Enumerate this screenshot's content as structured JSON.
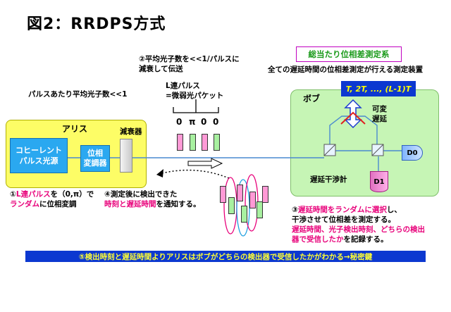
{
  "title": "図2：RRDPS方式",
  "annotations": {
    "step2_line1": "②平均光子数を<<1/パルスに",
    "step2_line2": "減衰して伝送",
    "mean_photon": "パルスあたり平均光子数<<1",
    "l_pulse_line1": "L連パルス",
    "l_pulse_line2": "=微弱光パケット",
    "phase_labels": [
      "0",
      "π",
      "0",
      "0"
    ]
  },
  "alice": {
    "label": "アリス",
    "attenuator_label": "減衰器",
    "source_line1": "コヒーレント",
    "source_line2": "パルス光源",
    "modulator_line1": "位相",
    "modulator_line2": "変調器"
  },
  "step1": {
    "prefix": "①",
    "red1": "L連パルス",
    "mid": "を（0,π）で",
    "red2": "ランダム",
    "suffix": "に位相変調"
  },
  "step4": {
    "line1": "④測定後に検出できた",
    "red": "時刻と遅延時間",
    "line2_suffix": "を通知する。"
  },
  "bob": {
    "label": "ボブ",
    "summary_box": "総当たり位相差測定系",
    "summary_desc": "全ての遅延時間の位相差測定が行える測定装置",
    "delay_values": "T, 2T, ..., (L-1)T",
    "variable_line1": "可変",
    "variable_line2": "遅延",
    "interferometer": "遅延干渉計",
    "detector0": "D0",
    "detector1": "D1"
  },
  "step3": {
    "prefix": "③",
    "red1": "遅延時間をランダムに選択",
    "suffix1": "し、",
    "line2": "干渉させて位相差を測定する。",
    "red_line3": "遅延時間、光子検出時刻、どちらの検出",
    "red_line4": "器で受信したか",
    "suffix4": "を記録する。"
  },
  "conclusion": "⑤検出時刻と遅延時間よりアリスはボブがどちらの検出器で受信したかがわかる→秘密鍵",
  "colors": {
    "alice_bg": "#fdfd66",
    "bob_bg": "#c6f5b5",
    "device_blue": "#2aa8f0",
    "banner_blue": "#0c38d0",
    "accent_red": "#e8007a",
    "accent_green": "#1a9a1a"
  }
}
